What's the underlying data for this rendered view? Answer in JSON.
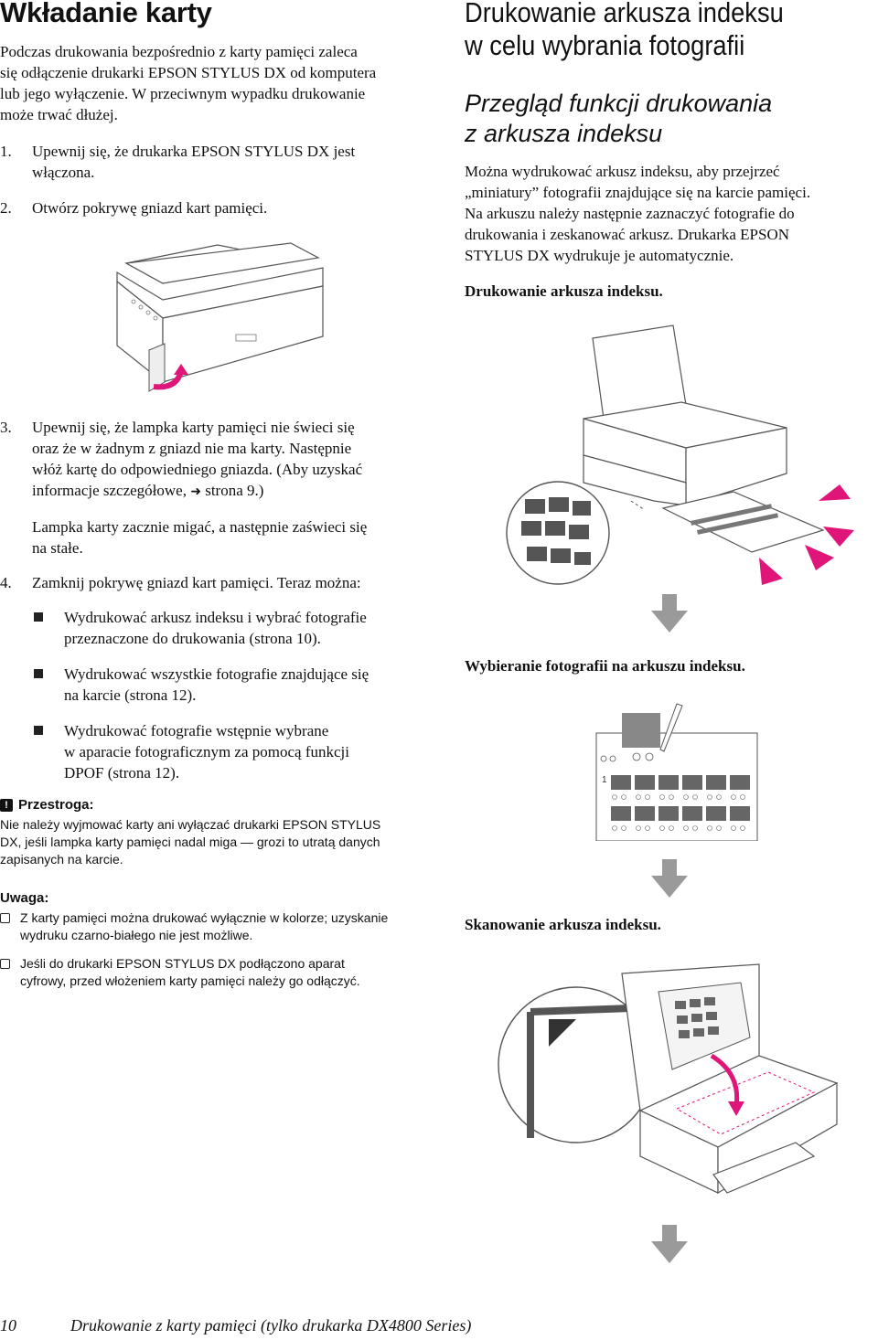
{
  "left": {
    "title": "Wkładanie karty",
    "intro": [
      "Podczas drukowania bezpośrednio z karty pamięci zaleca",
      "się odłączenie drukarki EPSON STYLUS DX od komputera",
      "lub jego wyłączenie. W przeciwnym wypadku drukowanie",
      "może trwać dłużej."
    ],
    "step1_num": "1.",
    "step1": [
      "Upewnij się, że drukarka EPSON STYLUS DX jest",
      "włączona."
    ],
    "step2_num": "2.",
    "step2": "Otwórz pokrywę gniazd kart pamięci.",
    "step3_num": "3.",
    "step3": [
      "Upewnij się, że lampka karty pamięci nie świeci się",
      "oraz że w żadnym z gniazd nie ma karty. Następnie",
      "włóż kartę do odpowiedniego gniazda. (Aby uzyskać",
      "informacje szczegółowe, ",
      "strona 9.)"
    ],
    "step3_result": [
      "Lampka karty zacznie migać, a następnie zaświeci się",
      "na stałe."
    ],
    "step4_num": "4.",
    "step4": "Zamknij pokrywę gniazd kart pamięci. Teraz można:",
    "bullets": [
      [
        "Wydrukować arkusz indeksu i wybrać fotografie",
        "przeznaczone do drukowania (strona 10)."
      ],
      [
        "Wydrukować wszystkie fotografie znajdujące się",
        "na karcie (strona 12)."
      ],
      [
        "Wydrukować fotografie wstępnie wybrane",
        "w aparacie fotograficznym za pomocą funkcji",
        "DPOF (strona 12)."
      ]
    ],
    "caution_title": "Przestroga:",
    "caution_text": [
      "Nie należy wyjmować karty ani wyłączać drukarki EPSON STYLUS",
      "DX, jeśli lampka karty pamięci nadal miga — grozi to utratą danych",
      "zapisanych na karcie."
    ],
    "note_title": "Uwaga:",
    "notes": [
      [
        "Z karty pamięci można drukować wyłącznie w kolorze; uzyskanie",
        "wydruku czarno-białego nie jest możliwe."
      ],
      [
        "Jeśli do drukarki EPSON STYLUS DX podłączono aparat",
        "cyfrowy, przed włożeniem karty pamięci należy go odłączyć."
      ]
    ]
  },
  "right": {
    "title": [
      "Drukowanie arkusza indeksu",
      "w celu wybrania fotografii"
    ],
    "subtitle": [
      "Przegląd funkcji drukowania",
      "z arkusza indeksu"
    ],
    "intro": [
      "Można wydrukować arkusz indeksu, aby przejrzeć",
      "„miniatury” fotografii znajdujące się na karcie pamięci.",
      "Na arkuszu należy następnie zaznaczyć fotografie do",
      "drukowania i zeskanować arkusz. Drukarka EPSON",
      "STYLUS DX wydrukuje je automatycznie."
    ],
    "cap1": "Drukowanie arkusza indeksu.",
    "cap2": "Wybieranie fotografii na arkuszu indeksu.",
    "cap3": "Skanowanie arkusza indeksu.",
    "sheet_mark": "1"
  },
  "footer": {
    "page": "10",
    "section": "Drukowanie z karty pamięci (tylko drukarka DX4800 Series)"
  },
  "colors": {
    "accent": "#e0157a",
    "gray": "#9a9a9a"
  }
}
